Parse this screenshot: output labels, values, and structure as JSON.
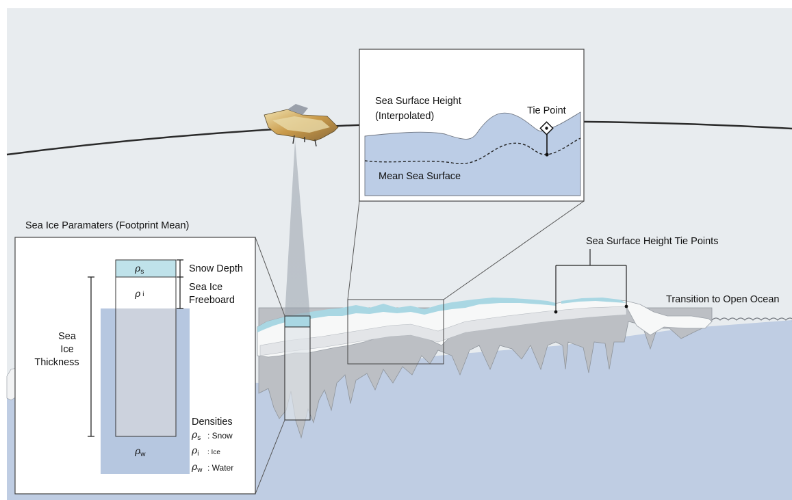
{
  "labels": {
    "sea_surface_height": "Sea Surface Height",
    "interpolated": "(Interpolated)",
    "tie_point": "Tie Point",
    "mean_sea_surface": "Mean Sea Surface",
    "sea_ice_parameters_title": "Sea Ice Paramaters (Footprint Mean)",
    "snow_depth": "Snow Depth",
    "sea_ice_freeboard_line1": "Sea Ice",
    "sea_ice_freeboard_line2": "Freeboard",
    "sea_ice_thickness_line1": "Sea",
    "sea_ice_thickness_line2": "Ice",
    "sea_ice_thickness_line3": "Thickness",
    "tie_points_title": "Sea Surface Height Tie Points",
    "transition": "Transition to Open Ocean",
    "densities": "Densities"
  },
  "symbols": {
    "rho": "ρ",
    "snow_sub": "s",
    "ice_sub": "i",
    "water_sub": "w"
  },
  "legend": [
    {
      "sub": "s",
      "label": ": Snow"
    },
    {
      "sub": "i",
      "label": ": Ice"
    },
    {
      "sub": "w",
      "label": ": Water"
    }
  ],
  "colors": {
    "background": "#e8ecef",
    "ocean": "#bfcde3",
    "snow": "#a9d7e3",
    "ice_body": "#d3d5d9",
    "ice_top": "#f7f8f8",
    "inset_water": "#bccde6",
    "legend_water": "#b6c7e0",
    "column_ice": "#d3d6dc",
    "snow_box": "#bfe2ea"
  },
  "icons": [
    "satellite-icon",
    "tie-point-diamond-icon"
  ]
}
